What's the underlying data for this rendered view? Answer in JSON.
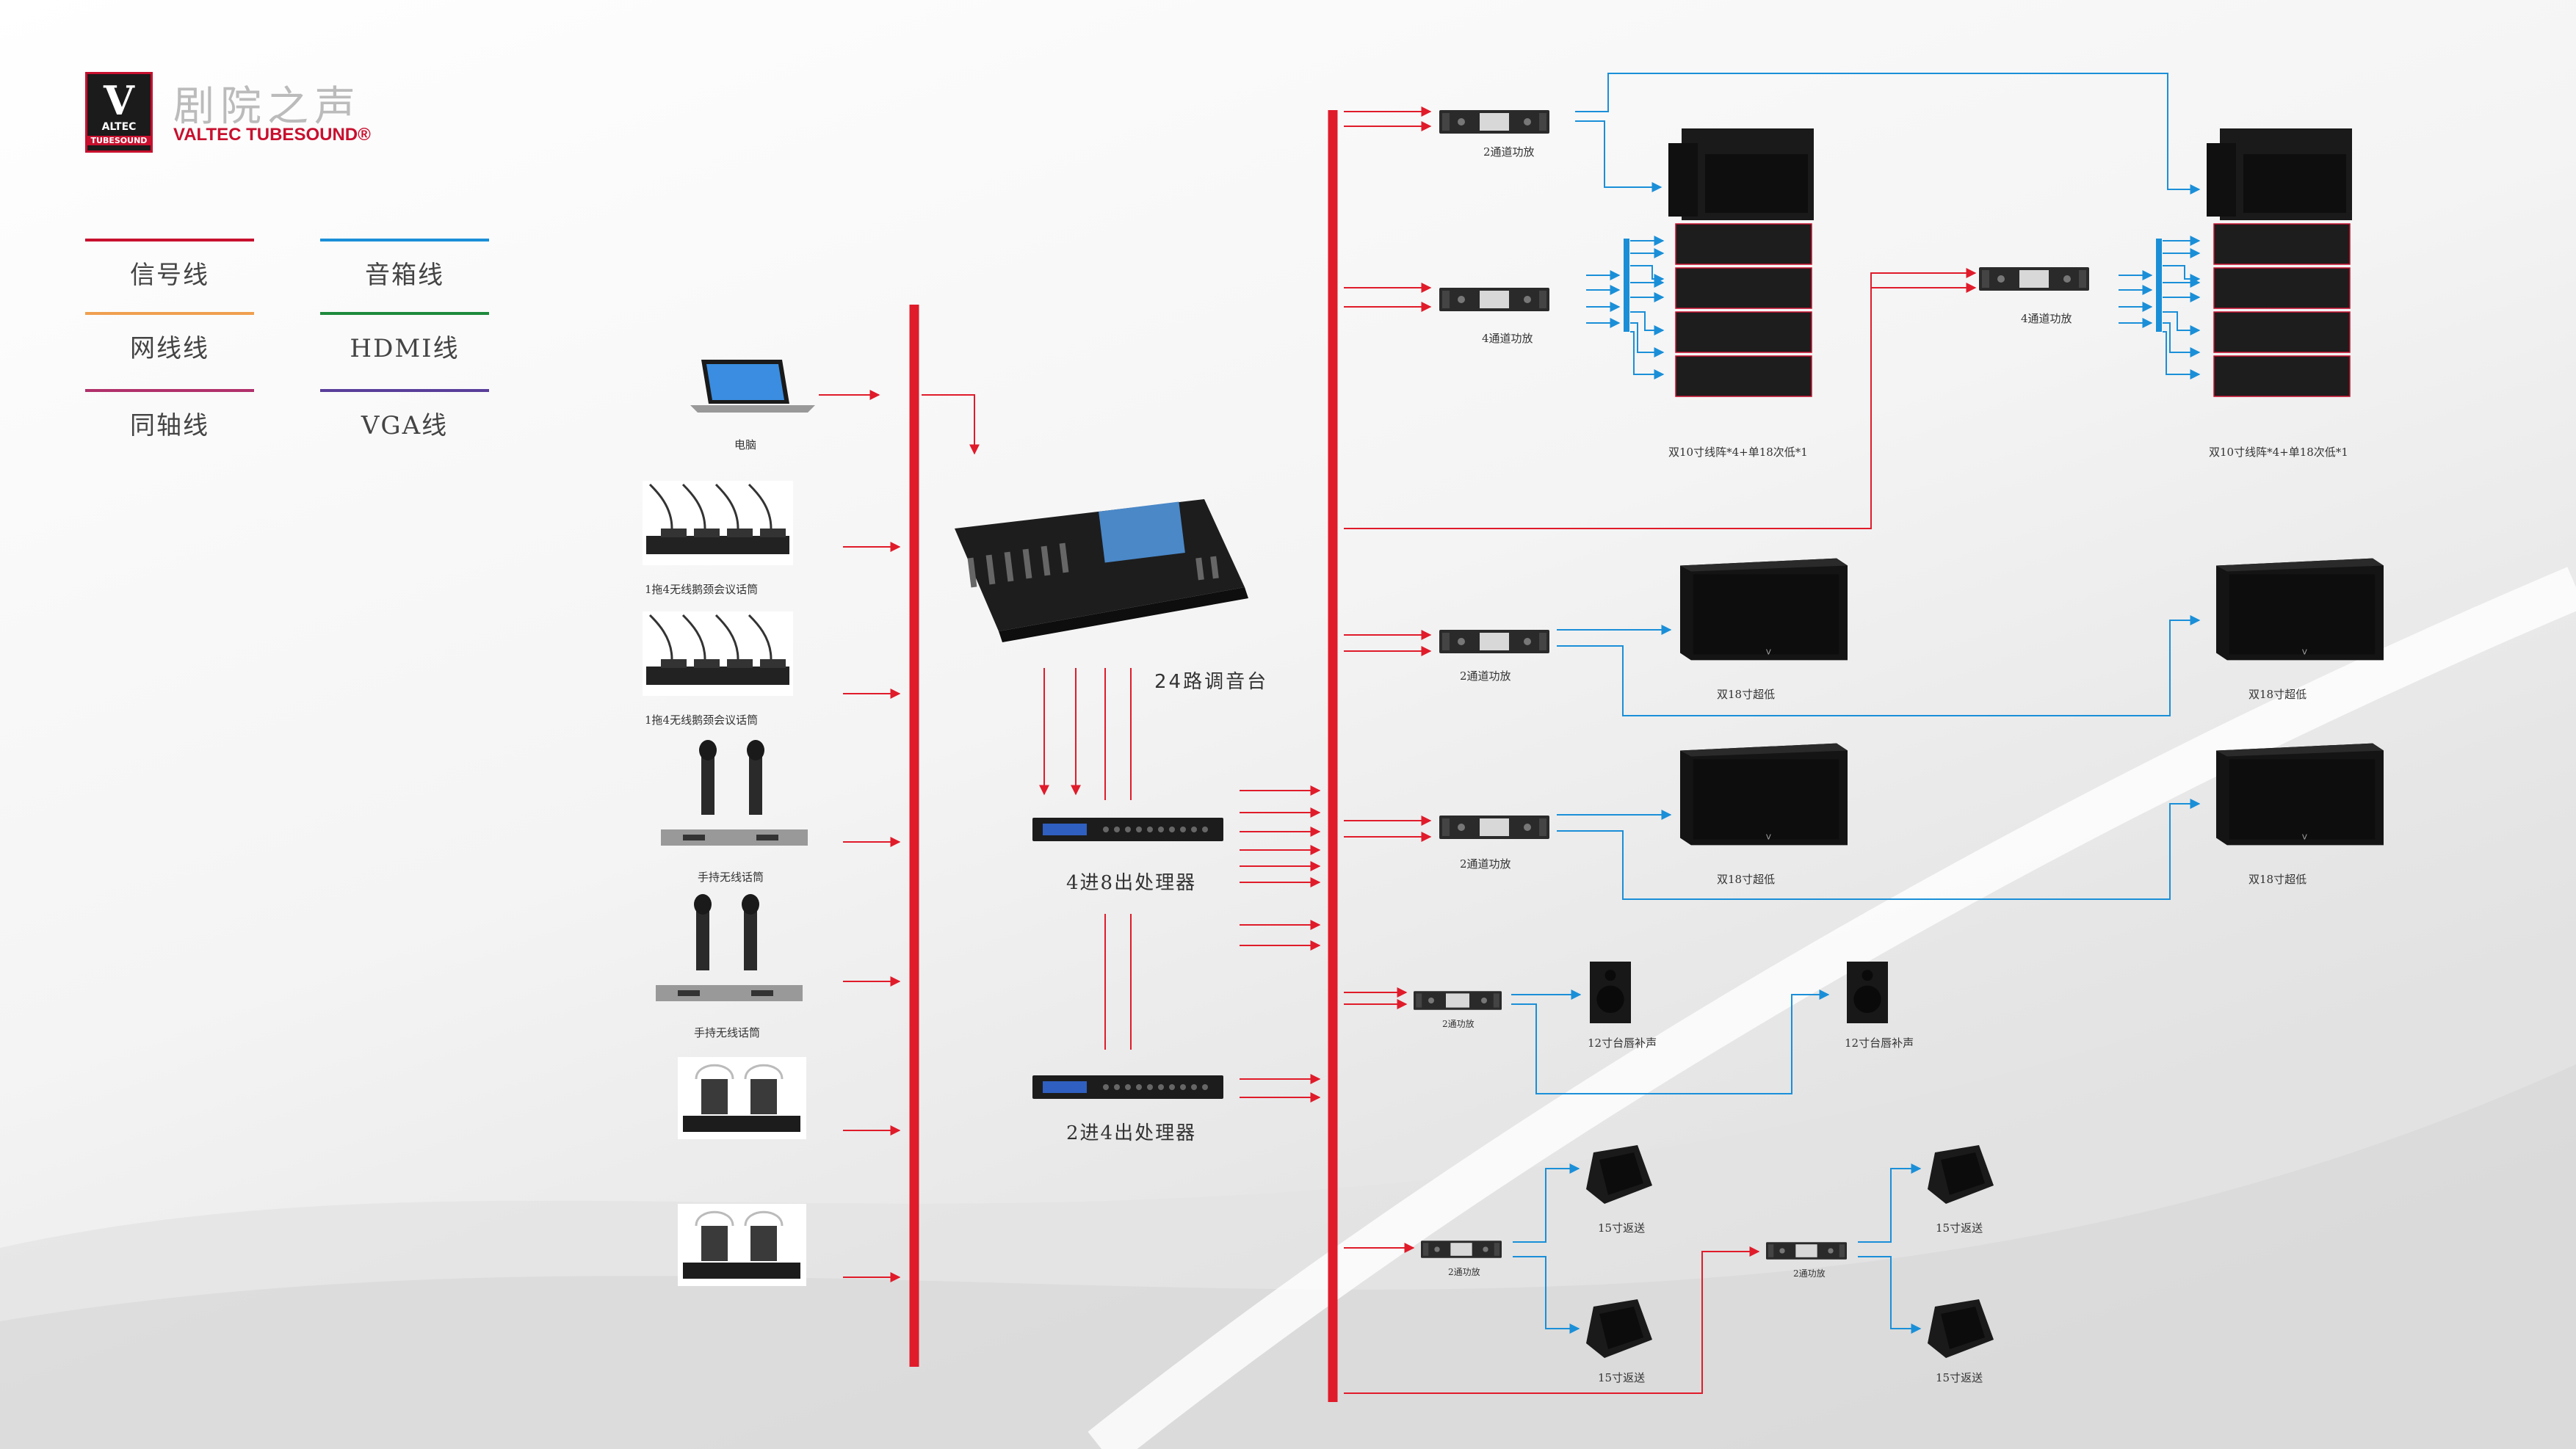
{
  "brand": {
    "cn_name": "剧院之声",
    "en_name": "VALTEC TUBESOUND®",
    "mark_letter": "V",
    "mark_line1": "ALTEC",
    "mark_line2": "TUBESOUND",
    "accent": "#c8102e"
  },
  "legend": [
    {
      "label": "信号线",
      "color": "#c8102e"
    },
    {
      "label": "音箱线",
      "color": "#1a8fd8"
    },
    {
      "label": "网线线",
      "color": "#f0a050"
    },
    {
      "label": "HDMI线",
      "color": "#1e8a3c"
    },
    {
      "label": "同轴线",
      "color": "#b0306a"
    },
    {
      "label": "VGA线",
      "color": "#5a3e9a"
    }
  ],
  "inputs": {
    "computer": "电脑",
    "conf_mic_1": "1拖4无线鹅颈会议话筒",
    "conf_mic_2": "1拖4无线鹅颈会议话筒",
    "handheld_1": "手持无线话筒",
    "handheld_2": "手持无线话筒"
  },
  "core": {
    "mixer": "24路调音台",
    "proc_4x8": "4进8出处理器",
    "proc_2x4": "2进4出处理器"
  },
  "outputs": {
    "amp_2ch_top": "2通道功放",
    "amp_4ch_left": "4通道功放",
    "amp_4ch_right": "4通道功放",
    "line_array_left": "双10寸线阵*4+单18次低*1",
    "line_array_right": "双10寸线阵*4+单18次低*1",
    "amp_sub_1": "2通道功放",
    "amp_sub_2": "2通道功放",
    "sub_1a": "双18寸超低",
    "sub_1b": "双18寸超低",
    "sub_2a": "双18寸超低",
    "sub_2b": "双18寸超低",
    "amp_side": "2通功放",
    "side_fill_1": "12寸台唇补声",
    "side_fill_2": "12寸台唇补声",
    "amp_mon_1": "2通功放",
    "amp_mon_2": "2通功放",
    "monitor_1": "15寸返送",
    "monitor_2": "15寸返送",
    "monitor_3": "15寸返送",
    "monitor_4": "15寸返送"
  },
  "colors": {
    "signal": "#e01b2a",
    "speaker": "#1a8fd8"
  }
}
